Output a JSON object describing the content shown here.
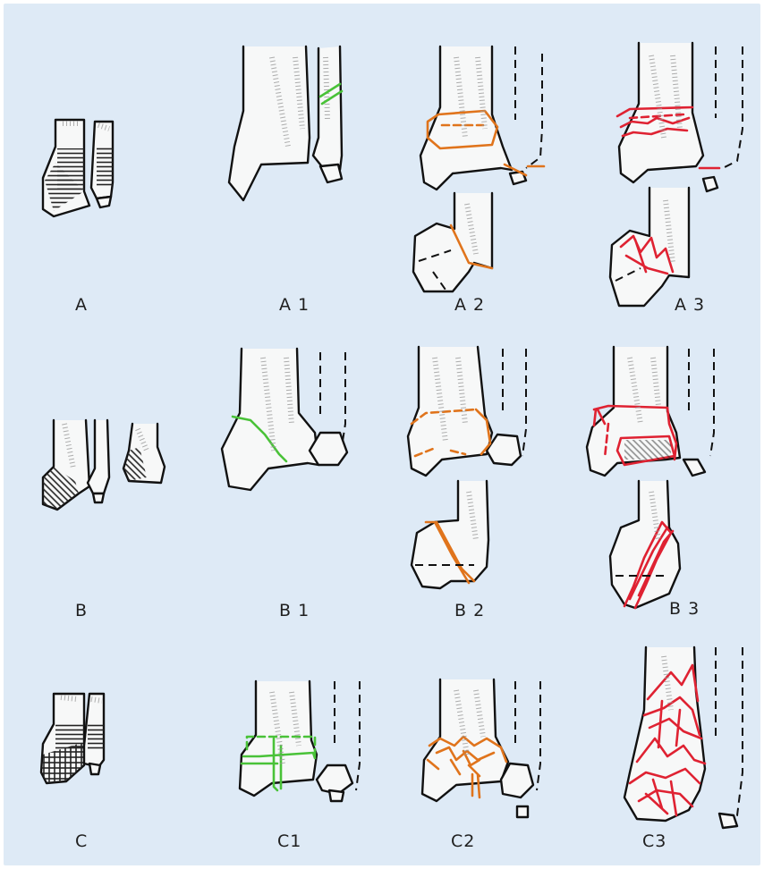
{
  "colors": {
    "background": "#deeaf6",
    "group_1_fracture": "#49c238",
    "group_2_fracture": "#e0741c",
    "group_3_fracture": "#df2232"
  },
  "rows": [
    {
      "type_label": "A",
      "subtype_labels": [
        "A 1",
        "A 2",
        "A 3"
      ]
    },
    {
      "type_label": "B",
      "subtype_labels": [
        "B 1",
        "B 2",
        "B 3"
      ]
    },
    {
      "type_label": "C",
      "subtype_labels": [
        "C1",
        "C2",
        "C3"
      ]
    }
  ]
}
